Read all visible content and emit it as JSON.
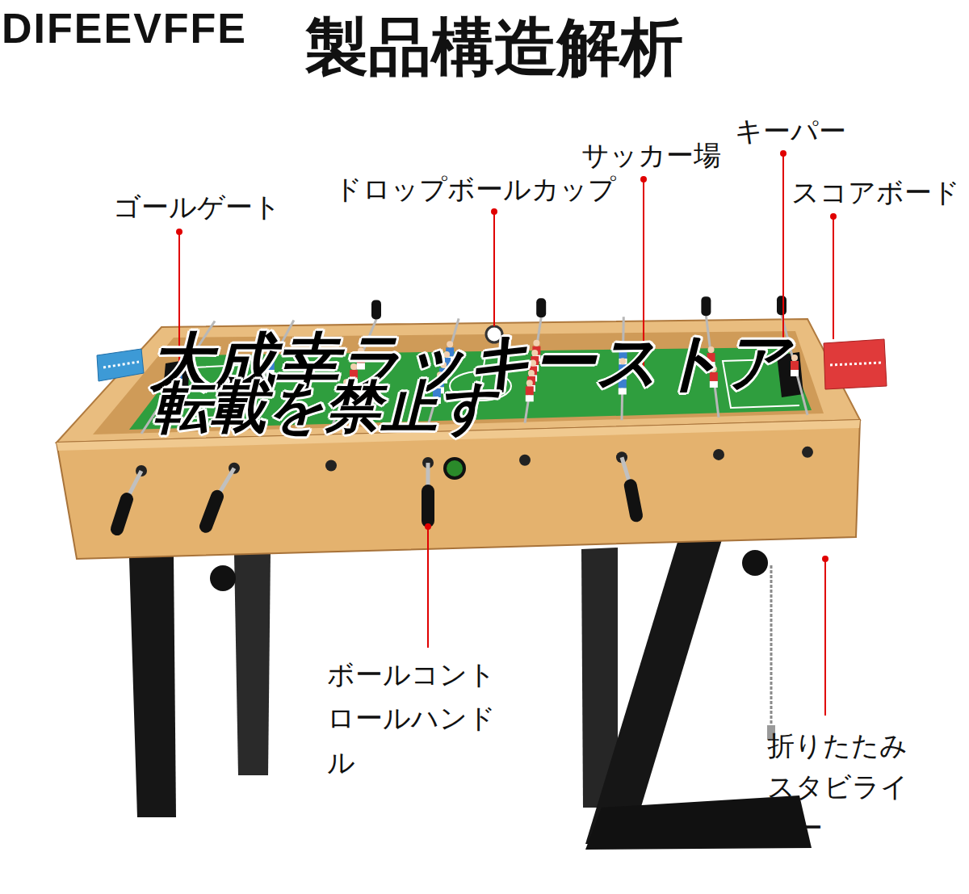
{
  "diagram": {
    "title": "製品構造解析",
    "labels": [
      "DIFEEVFFE",
      "ゴールゲート",
      "ドロップボールカップ",
      "サッカー場",
      "キーパー",
      "スコアボード",
      "大成幸ラッキーストア",
      "転載を禁止す",
      "ボールコントロールハンドル",
      "折りたたみスタビライザー"
    ]
  }
}
